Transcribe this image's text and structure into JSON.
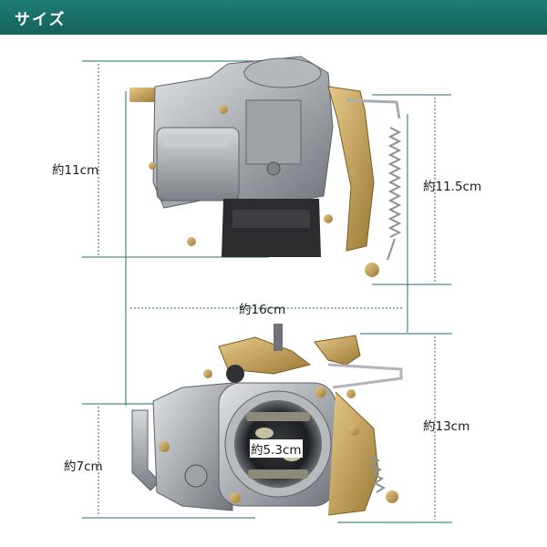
{
  "header": {
    "title": "サイズ"
  },
  "dimensions": {
    "top_height": "約11cm",
    "top_side_height": "約11.5cm",
    "width": "約16cm",
    "bottom_height": "約7cm",
    "bore": "約5.3cm",
    "bottom_side_height": "約13cm"
  },
  "colors": {
    "header": "#187068",
    "guide_line": "#1f6f67"
  }
}
